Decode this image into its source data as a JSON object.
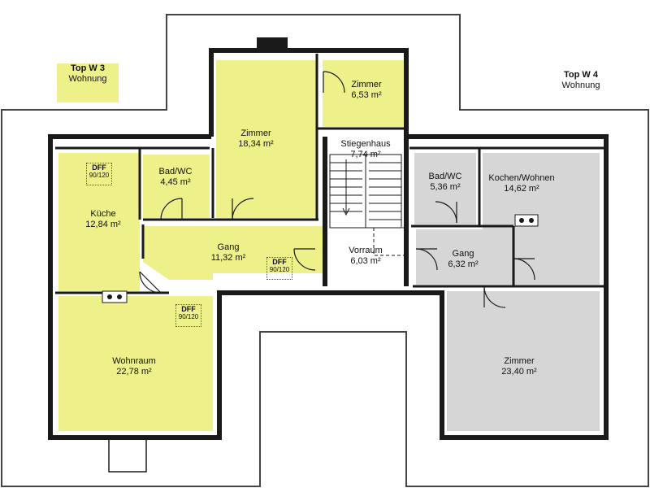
{
  "units": {
    "w3": {
      "title": "Top W 3",
      "subtitle": "Wohnung"
    },
    "w4": {
      "title": "Top W 4",
      "subtitle": "Wohnung"
    }
  },
  "rooms": {
    "zimmer_top": {
      "name": "Zimmer",
      "area": "18,34 m²"
    },
    "zimmer_small": {
      "name": "Zimmer",
      "area": "6,53 m²"
    },
    "bad_w3": {
      "name": "Bad/WC",
      "area": "4,45 m²"
    },
    "kueche": {
      "name": "Küche",
      "area": "12,84 m²"
    },
    "gang_w3": {
      "name": "Gang",
      "area": "11,32 m²"
    },
    "wohnraum": {
      "name": "Wohnraum",
      "area": "22,78 m²"
    },
    "stiegenhaus": {
      "name": "Stiegenhaus",
      "area": "7,74 m²"
    },
    "vorraum": {
      "name": "Vorraum",
      "area": "6,03 m²"
    },
    "bad_w4": {
      "name": "Bad/WC",
      "area": "5,36 m²"
    },
    "kochen": {
      "name": "Kochen/Wohnen",
      "area": "14,62 m²"
    },
    "gang_w4": {
      "name": "Gang",
      "area": "6,32 m²"
    },
    "zimmer_w4": {
      "name": "Zimmer",
      "area": "23,40 m²"
    }
  },
  "skylights": [
    {
      "type": "DFF",
      "size": "90/120"
    },
    {
      "type": "DFF",
      "size": "90/120"
    },
    {
      "type": "DFF",
      "size": "90/120"
    }
  ],
  "colors": {
    "w3_fill": "#eef08a",
    "w4_fill": "#d6d6d6",
    "wall": "#1a1a1a",
    "roof_outline": "#444444"
  }
}
